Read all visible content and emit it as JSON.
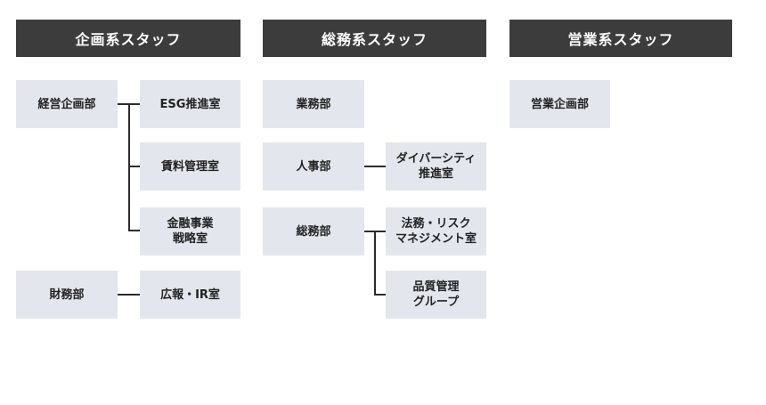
{
  "columns": [
    {
      "title": "企画系スタッフ",
      "groups": [
        {
          "dept": "経営企画部",
          "offices": [
            "ESG推進室",
            "賃料管理室",
            "金融事業\n戦略室"
          ]
        },
        {
          "dept": "財務部",
          "offices": [
            "広報・IR室"
          ]
        }
      ]
    },
    {
      "title": "総務系スタッフ",
      "groups": [
        {
          "dept": "業務部",
          "offices": []
        },
        {
          "dept": "人事部",
          "offices": [
            "ダイバーシティ\n推進室"
          ]
        },
        {
          "dept": "総務部",
          "offices": [
            "法務・リスク\nマネジメント室",
            "品質管理\nグループ"
          ]
        }
      ]
    },
    {
      "title": "営業系スタッフ",
      "groups": [
        {
          "dept": "営業企画部",
          "offices": []
        }
      ]
    }
  ],
  "colors": {
    "header_bg": "#3c3c3c",
    "box_bg": "#e4e6ee",
    "connector": "#2b2b2b"
  }
}
